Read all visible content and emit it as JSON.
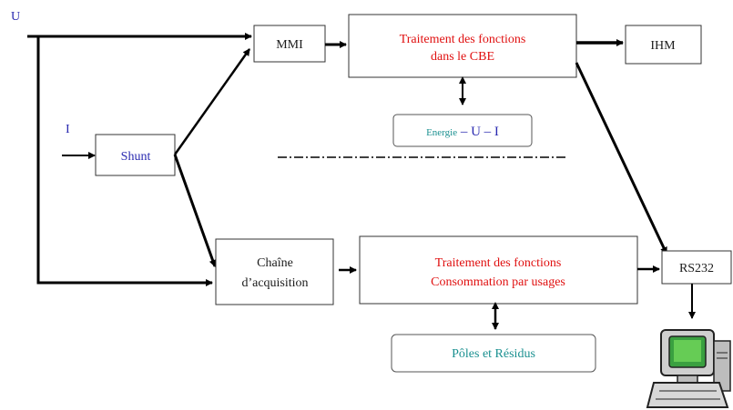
{
  "inputs": {
    "u_label": "U",
    "i_label": "I"
  },
  "boxes": {
    "shunt": "Shunt",
    "mmi": "MMI",
    "cbe_line1": "Traitement des fonctions",
    "cbe_line2": "dans le CBE",
    "ihm": "IHM",
    "energie_prefix": "Energie",
    "energie_suffix": " – U – I",
    "acquisition_line1": "Chaîne",
    "acquisition_line2": "d’acquisition",
    "consommation_line1": "Traitement des fonctions",
    "consommation_line2": "Consommation par usages",
    "rs232": "RS232",
    "poles": "Pôles et Résidus"
  },
  "icons": {
    "computer": "computer-icon"
  },
  "colors": {
    "red_text": "#e01010",
    "blue_text": "#2a2ab0",
    "teal_text": "#1a9090",
    "monitor_screen": "#3aa040"
  }
}
